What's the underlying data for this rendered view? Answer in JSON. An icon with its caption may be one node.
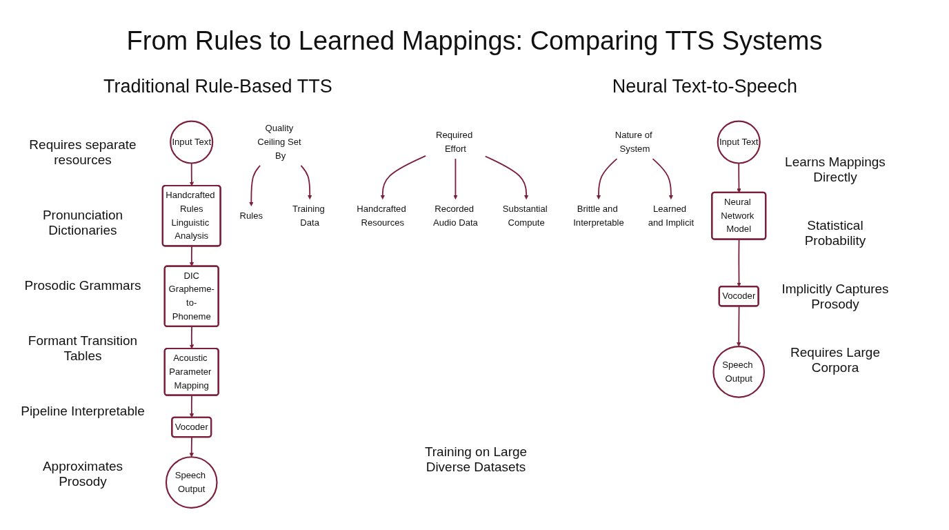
{
  "diagram": {
    "title": "From Rules to Learned Mappings: Comparing TTS Systems",
    "nodes": [
      {
        "text": [
          "Input Text"
        ]
      },
      {
        "text": [
          "Handcrafted Rules",
          "Linguistic Analysis"
        ]
      },
      {
        "text": [
          "DIC",
          "Grapheme-to-Phoneme"
        ]
      },
      {
        "text": [
          "Acoustic Parameter Mapping"
        ]
      },
      {
        "text": [
          "Vocoder"
        ]
      },
      {
        "text": [
          "Speech Output"
        ]
      },
      {
        "text": [
          "Quality Ceiling Set By"
        ]
      },
      {
        "text": [
          "Rules"
        ]
      },
      {
        "text": [
          "Training Data"
        ]
      },
      {
        "text": [
          "Required Effort"
        ]
      },
      {
        "text": [
          "Handcrafted Resources"
        ]
      },
      {
        "text": [
          "Recorded Audio Data"
        ]
      },
      {
        "text": [
          "Substantial Compute"
        ]
      },
      {
        "text": [
          "Nature of System"
        ]
      },
      {
        "text": [
          "Brittle and Interpretable"
        ]
      },
      {
        "text": [
          "Learned and Implicit"
        ]
      },
      {
        "text": [
          "Input Text"
        ]
      },
      {
        "text": [
          "Neural Network Model"
        ]
      },
      {
        "text": [
          "Vocoder"
        ]
      },
      {
        "text": [
          "Speech Output"
        ]
      }
    ],
    "edges": [
      {
        "from": 0,
        "to": 1,
        "arrow": "to"
      },
      {
        "from": 1,
        "to": 2,
        "arrow": "to"
      },
      {
        "from": 2,
        "to": 3,
        "arrow": "to"
      },
      {
        "from": 3,
        "to": 4,
        "arrow": "to"
      },
      {
        "from": 4,
        "to": 5,
        "arrow": "to"
      },
      {
        "from": 6,
        "to": 7,
        "arrow": "to"
      },
      {
        "from": 6,
        "to": 8,
        "arrow": "to"
      },
      {
        "from": 9,
        "to": 10,
        "arrow": "to"
      },
      {
        "from": 9,
        "to": 11,
        "arrow": "to"
      },
      {
        "from": 9,
        "to": 12,
        "arrow": "to"
      },
      {
        "from": 13,
        "to": 14,
        "arrow": "to"
      },
      {
        "from": 13,
        "to": 15,
        "arrow": "to"
      },
      {
        "from": 16,
        "to": 17,
        "arrow": "to"
      },
      {
        "from": 17,
        "to": 18,
        "arrow": "to"
      },
      {
        "from": 18,
        "to": 19,
        "arrow": "to"
      }
    ],
    "labels": [
      "Traditional Rule-Based TTS",
      "Neural Text-to-Speech",
      "Requires separate resources",
      "Pronunciation Dictionaries",
      "Prosodic Grammars",
      "Formant Transition Tables",
      "Pipeline Interpretable",
      "Approximates Prosody",
      "Training on Large Diverse Datasets",
      "Learns Mappings Directly",
      "Statistical Probability",
      "Implicitly Captures Prosody",
      "Requires Large Corpora"
    ]
  }
}
